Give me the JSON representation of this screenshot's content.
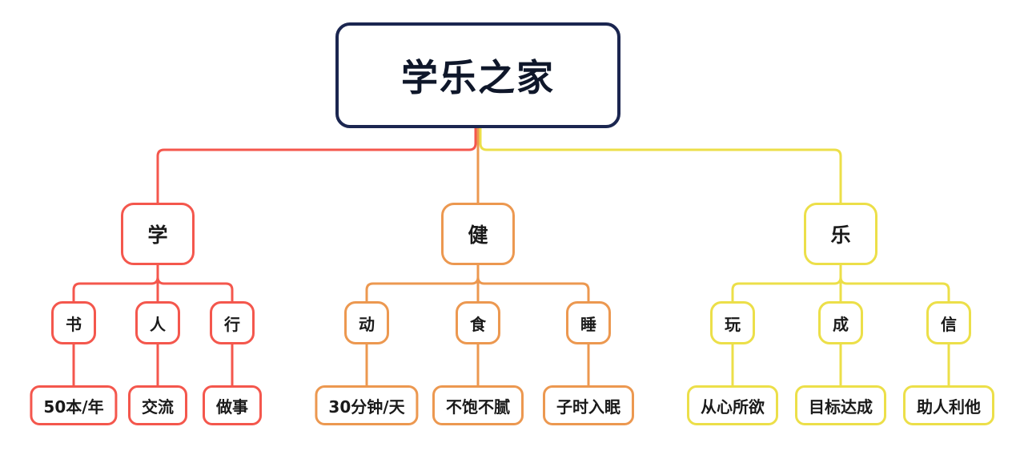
{
  "title": "学乐之家",
  "colors": {
    "root_border": "#1b2650",
    "branch_study": "#f4574d",
    "branch_health": "#ec9850",
    "branch_joy": "#ecdf49",
    "node_background": "#ffffff",
    "text": "#1a1a1a"
  },
  "root": {
    "label": "学乐之家"
  },
  "branches": [
    {
      "label": "学",
      "color": "#f4574d",
      "children": [
        {
          "label": "书",
          "leaf": "50本/年"
        },
        {
          "label": "人",
          "leaf": "交流"
        },
        {
          "label": "行",
          "leaf": "做事"
        }
      ]
    },
    {
      "label": "健",
      "color": "#ec9850",
      "children": [
        {
          "label": "动",
          "leaf": "30分钟/天"
        },
        {
          "label": "食",
          "leaf": "不饱不腻"
        },
        {
          "label": "睡",
          "leaf": "子时入眠"
        }
      ]
    },
    {
      "label": "乐",
      "color": "#ecdf49",
      "children": [
        {
          "label": "玩",
          "leaf": "从心所欲"
        },
        {
          "label": "成",
          "leaf": "目标达成"
        },
        {
          "label": "信",
          "leaf": "助人利他"
        }
      ]
    }
  ]
}
